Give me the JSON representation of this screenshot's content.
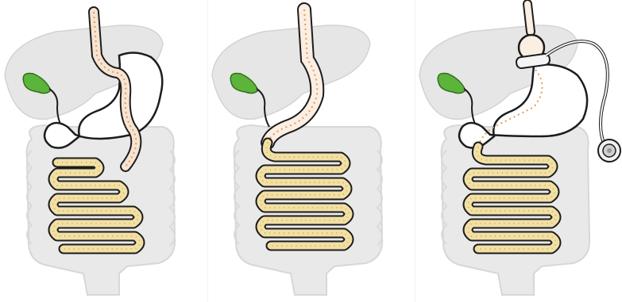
{
  "diagram": {
    "panels": [
      {
        "id": "gastric-bypass",
        "caption": ""
      },
      {
        "id": "sleeve-gastrectomy",
        "caption": ""
      },
      {
        "id": "gastric-band",
        "caption": ""
      }
    ],
    "colors": {
      "organ_fill": "#e9e9e9",
      "organ_edge": "#d2d2d2",
      "outline": "#1c1c1c",
      "gallbladder": "#5cb43a",
      "chyme": "#f1dfa6",
      "chyme_dots": "#d8b340",
      "chyme_red": "#d9402a",
      "esophagus_flow": "#f3c7a0",
      "band": "#f5f5f5",
      "port": "#cfcfcf"
    },
    "icons": [
      "liver-shape",
      "gallbladder-shape",
      "stomach-shape",
      "small-intestine-loops",
      "large-intestine-shape",
      "adjustable-band-icon",
      "access-port-icon"
    ]
  }
}
